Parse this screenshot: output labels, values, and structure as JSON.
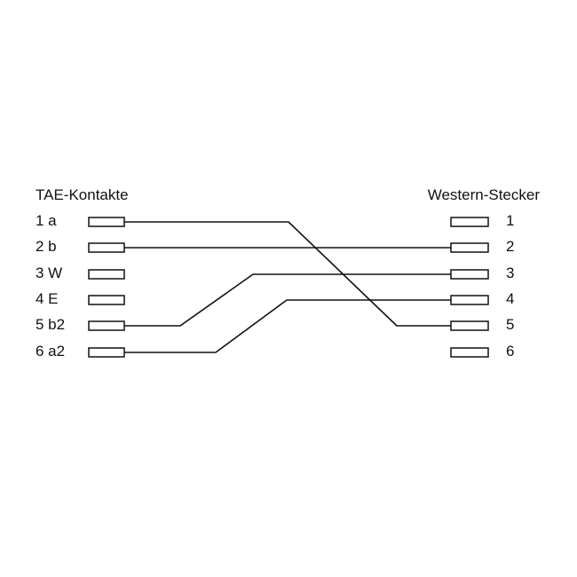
{
  "tae": {
    "title": "TAE-Kontakte",
    "contacts": [
      {
        "label": "1 a"
      },
      {
        "label": "2 b"
      },
      {
        "label": "3 W"
      },
      {
        "label": "4 E"
      },
      {
        "label": "5 b2"
      },
      {
        "label": "6 a2"
      }
    ]
  },
  "western": {
    "title": "Western-Stecker",
    "pins": [
      {
        "label": "1"
      },
      {
        "label": "2"
      },
      {
        "label": "3"
      },
      {
        "label": "4"
      },
      {
        "label": "5"
      },
      {
        "label": "6"
      }
    ]
  },
  "wiring": [
    {
      "from": "1 a",
      "to": "5"
    },
    {
      "from": "2 b",
      "to": "2"
    },
    {
      "from": "5 b2",
      "to": "3"
    },
    {
      "from": "6 a2",
      "to": "4"
    }
  ]
}
